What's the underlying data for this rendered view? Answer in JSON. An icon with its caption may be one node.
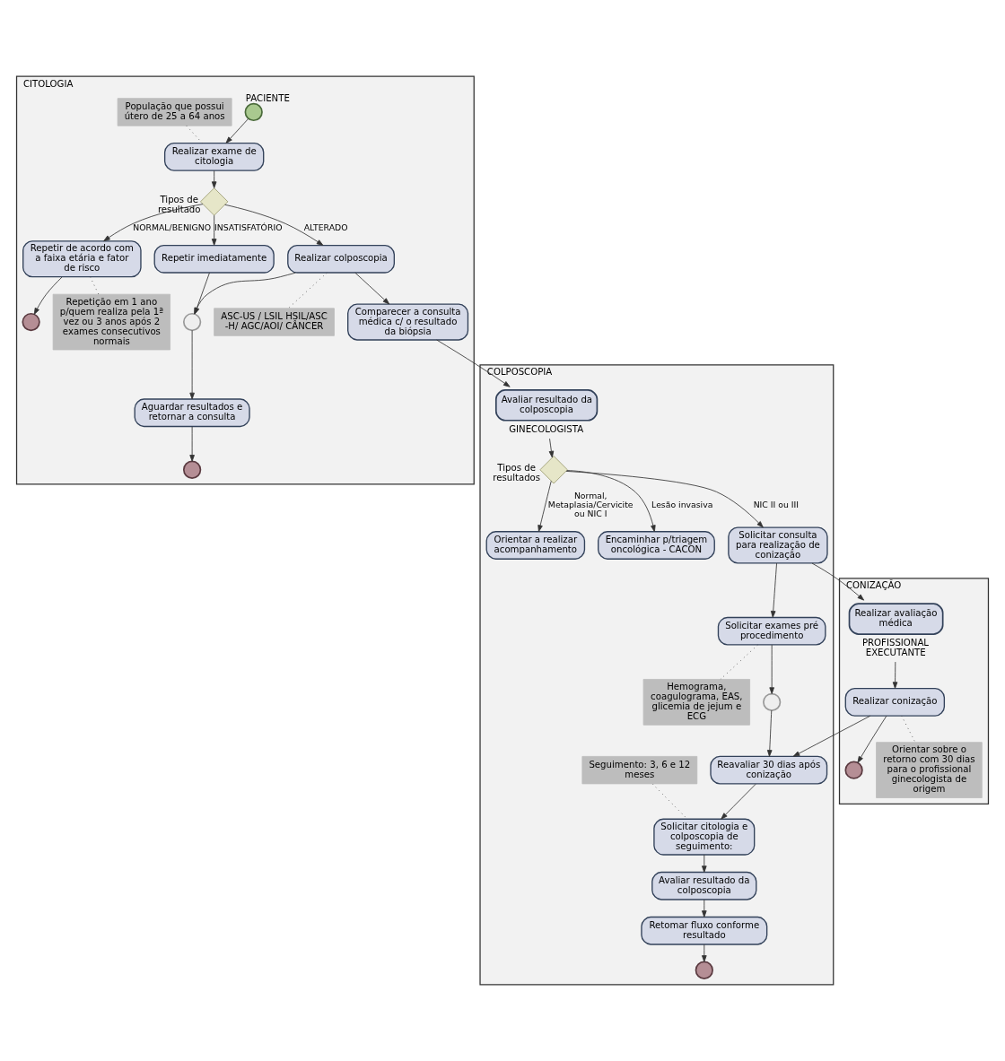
{
  "diagram": {
    "nodes": [
      {
        "text": [
          "CITOLOGIA"
        ]
      },
      {
        "text": [],
        "shape": "circle",
        "in": 0,
        "beside": [
          "PACIENTE"
        ]
      },
      {
        "text": [
          "Realizar exame de citologia"
        ],
        "in": 0
      },
      {
        "text": [
          "População que possui útero de 25 a 64 anos"
        ],
        "in": 0
      },
      {
        "text": [],
        "shape": "diamond",
        "in": 0,
        "beside": [
          "Tipos de resultado"
        ]
      },
      {
        "text": [
          "Repetir de acordo com a faixa etária e fator de risco"
        ],
        "in": 0
      },
      {
        "text": [],
        "shape": "circle",
        "in": 0
      },
      {
        "text": [
          "Repetição em 1 ano p/quem realiza pela 1ª vez ou 3 anos após 2 exames consecutivos normais"
        ],
        "in": 0
      },
      {
        "text": [
          "Repetir imediatamente"
        ],
        "in": 0
      },
      {
        "text": [],
        "shape": "circle",
        "in": 0
      },
      {
        "text": [
          "Aguardar resultados e retornar a consulta"
        ],
        "in": 0
      },
      {
        "text": [],
        "shape": "circle",
        "in": 0
      },
      {
        "text": [
          "Realizar colposcopia"
        ],
        "in": 0
      },
      {
        "text": [
          "ASC-US / LSIL HSIL/ASC -H/ AGC/AOI/ CÂNCER"
        ],
        "in": 0
      },
      {
        "text": [
          "Comparecer a consulta médica c/ o resultado da biópsia"
        ],
        "in": 0
      },
      {
        "text": [
          "COLPOSCOPIA"
        ]
      },
      {
        "text": [
          "Avaliar resultado da colposcopia"
        ],
        "in": 15,
        "beside": [
          "GINECOLOGISTA"
        ]
      },
      {
        "text": [],
        "shape": "diamond",
        "in": 15,
        "beside": [
          "Tipos de resultados"
        ]
      },
      {
        "text": [
          "Orientar a realizar acompanhamento"
        ],
        "in": 15
      },
      {
        "text": [
          "Encaminhar p/triagem oncológica - CACON"
        ],
        "in": 15
      },
      {
        "text": [
          "Solicitar consulta para realização de conização"
        ],
        "in": 15
      },
      {
        "text": [
          "Solicitar exames pré procedimento"
        ],
        "in": 15
      },
      {
        "text": [
          "Hemograma, coagulograma, EAS, glicemia de jejum e ECG"
        ],
        "in": 15
      },
      {
        "text": [],
        "shape": "circle",
        "in": 15
      },
      {
        "text": [
          "Reavaliar 30 dias após conização"
        ],
        "in": 15
      },
      {
        "text": [
          "Solicitar citologia e colposcopia de seguimento:"
        ],
        "in": 15
      },
      {
        "text": [
          "Seguimento: 3, 6 e 12 meses"
        ],
        "in": 15
      },
      {
        "text": [
          "Avaliar resultado da colposcopia"
        ],
        "in": 15
      },
      {
        "text": [
          "Retomar fluxo conforme resultado"
        ],
        "in": 15
      },
      {
        "text": [],
        "shape": "circle",
        "in": 15
      },
      {
        "text": [
          "CONIZAÇÃO"
        ]
      },
      {
        "text": [
          "Realizar avaliação médica"
        ],
        "in": 30,
        "beside": [
          "PROFISSIONAL EXECUTANTE"
        ]
      },
      {
        "text": [
          "Realizar conização"
        ],
        "in": 30
      },
      {
        "text": [],
        "shape": "circle",
        "in": 30
      },
      {
        "text": [
          "Orientar sobre o retorno com 30 dias para o profissional ginecologista de origem"
        ],
        "in": 30
      }
    ],
    "edges": [
      {
        "from": 1,
        "to": 2,
        "arrow": "to"
      },
      {
        "from": 3,
        "to": 2,
        "arrow": "none",
        "style": "dashed"
      },
      {
        "from": 2,
        "to": 4,
        "arrow": "to"
      },
      {
        "from": 4,
        "to": 5,
        "arrow": "to",
        "label": "NORMAL/BENIGNO"
      },
      {
        "from": 5,
        "to": 6,
        "arrow": "to"
      },
      {
        "from": 5,
        "to": 7,
        "arrow": "none",
        "style": "dashed"
      },
      {
        "from": 4,
        "to": 8,
        "arrow": "to",
        "label": "INSATISFATÓRIO"
      },
      {
        "from": 8,
        "to": 9,
        "arrow": "to"
      },
      {
        "from": 9,
        "to": 10,
        "arrow": "to"
      },
      {
        "from": 10,
        "to": 11,
        "arrow": "to"
      },
      {
        "from": 4,
        "to": 12,
        "arrow": "to",
        "label": "ALTERADO"
      },
      {
        "from": 12,
        "to": 9,
        "arrow": "to"
      },
      {
        "from": 12,
        "to": 13,
        "arrow": "none",
        "style": "dashed"
      },
      {
        "from": 12,
        "to": 14,
        "arrow": "to"
      },
      {
        "from": 14,
        "to": 16,
        "arrow": "to"
      },
      {
        "from": 16,
        "to": 17,
        "arrow": "to"
      },
      {
        "from": 17,
        "to": 18,
        "arrow": "to",
        "label": "Normal, Metaplasia/Cervicite ou NIC I"
      },
      {
        "from": 17,
        "to": 19,
        "arrow": "to",
        "label": "Lesão invasiva"
      },
      {
        "from": 17,
        "to": 20,
        "arrow": "to",
        "label": "NIC II ou III"
      },
      {
        "from": 20,
        "to": 21,
        "arrow": "to"
      },
      {
        "from": 21,
        "to": 22,
        "arrow": "none",
        "style": "dashed"
      },
      {
        "from": 21,
        "to": 23,
        "arrow": "to"
      },
      {
        "from": 23,
        "to": 24,
        "arrow": "to"
      },
      {
        "from": 24,
        "to": 25,
        "arrow": "to"
      },
      {
        "from": 26,
        "to": 25,
        "arrow": "none",
        "style": "dashed"
      },
      {
        "from": 25,
        "to": 27,
        "arrow": "to"
      },
      {
        "from": 27,
        "to": 28,
        "arrow": "to"
      },
      {
        "from": 28,
        "to": 29,
        "arrow": "to"
      },
      {
        "from": 20,
        "to": 31,
        "arrow": "to"
      },
      {
        "from": 31,
        "to": 32,
        "arrow": "to"
      },
      {
        "from": 32,
        "to": 33,
        "arrow": "to"
      },
      {
        "from": 32,
        "to": 24,
        "arrow": "to"
      },
      {
        "from": 32,
        "to": 34,
        "arrow": "none",
        "style": "dashed"
      }
    ]
  }
}
